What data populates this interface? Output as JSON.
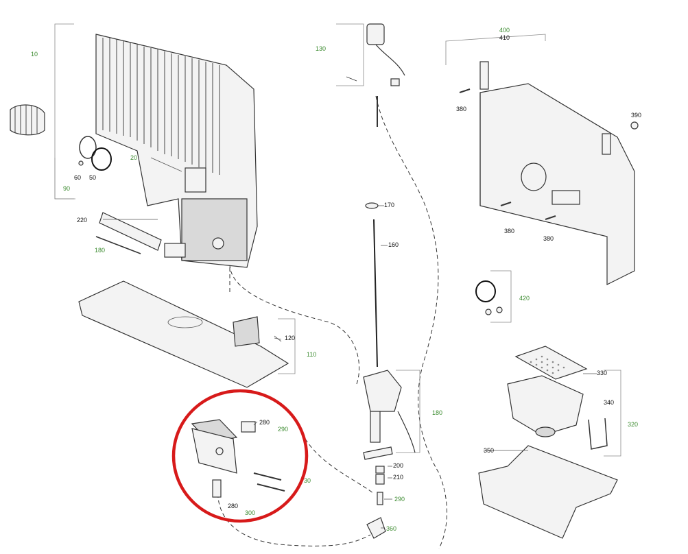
{
  "labels": {
    "l10": "10",
    "l20": "20",
    "l50": "50",
    "l60": "60",
    "l90": "90",
    "l110": "110",
    "l120": "120",
    "l130": "130",
    "l160": "160",
    "l170": "170",
    "l180a": "180",
    "l180b": "180",
    "l200": "200",
    "l210": "210",
    "l220": "220",
    "l280a": "280",
    "l280b": "280",
    "l290a": "290",
    "l290b": "290",
    "l300": "300",
    "l320": "320",
    "l330": "330",
    "l340": "340",
    "l350": "350",
    "l360": "360",
    "l380a": "380",
    "l380b": "380",
    "l380c": "380",
    "l390": "390",
    "l400": "400",
    "l410": "410",
    "l420": "420",
    "l30": "30"
  },
  "colors": {
    "label_black": "#111111",
    "label_green": "#3a8a2e",
    "highlight_circle": "#d71a1a"
  }
}
